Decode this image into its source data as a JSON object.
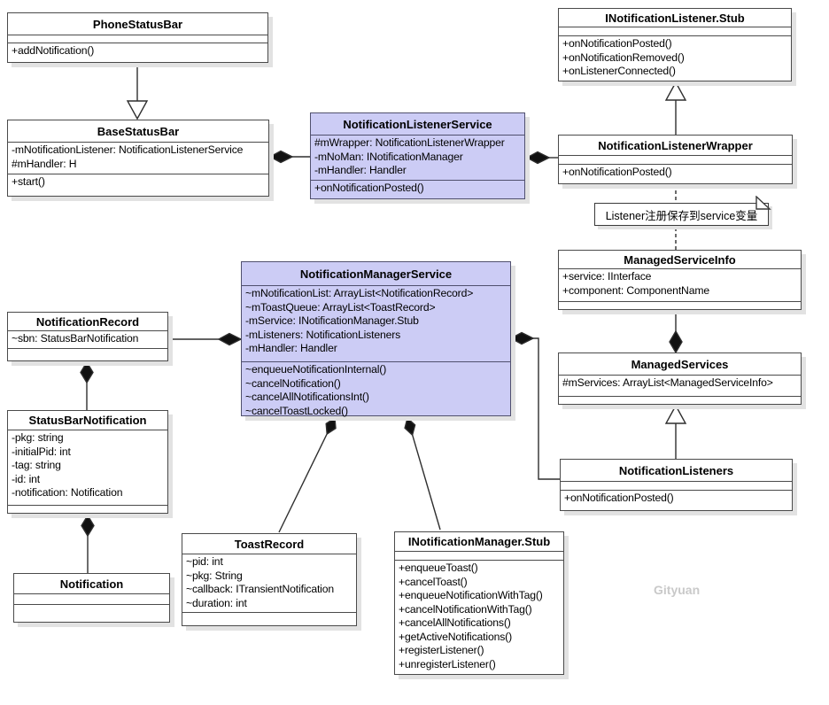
{
  "colors": {
    "accent_fill": "#ccccf5",
    "box_fill": "#ffffff",
    "shadow": "#e2e2e2"
  },
  "watermark": "Gityuan",
  "note": {
    "text": "Listener注册保存到service变量"
  },
  "classes": {
    "phone_status_bar": {
      "title": "PhoneStatusBar",
      "attributes": [],
      "methods": [
        "+addNotification()"
      ]
    },
    "base_status_bar": {
      "title": "BaseStatusBar",
      "attributes": [
        "-mNotificationListener: NotificationListenerService",
        "#mHandler: H"
      ],
      "methods": [
        "+start()"
      ]
    },
    "notification_listener_service": {
      "title": "NotificationListenerService",
      "attributes": [
        "#mWrapper: NotificationListenerWrapper",
        "-mNoMan: INotificationManager",
        "-mHandler: Handler"
      ],
      "methods": [
        "+onNotificationPosted()"
      ]
    },
    "inotification_listener_stub": {
      "title": "INotificationListener.Stub",
      "attributes": [],
      "methods": [
        "+onNotificationPosted()",
        "+onNotificationRemoved()",
        "+onListenerConnected()"
      ]
    },
    "notification_listener_wrapper": {
      "title": "NotificationListenerWrapper",
      "attributes": [],
      "methods": [
        "+onNotificationPosted()"
      ]
    },
    "managed_service_info": {
      "title": "ManagedServiceInfo",
      "attributes": [
        "+service: IInterface",
        "+component: ComponentName"
      ],
      "methods": []
    },
    "managed_services": {
      "title": "ManagedServices",
      "attributes": [
        "#mServices: ArrayList<ManagedServiceInfo>"
      ],
      "methods": []
    },
    "notification_listeners": {
      "title": "NotificationListeners",
      "attributes": [],
      "methods": [
        "+onNotificationPosted()"
      ]
    },
    "notification_manager_service": {
      "title": "NotificationManagerService",
      "attributes": [
        "~mNotificationList: ArrayList<NotificationRecord>",
        "~mToastQueue: ArrayList<ToastRecord>",
        "-mService: INotificationManager.Stub",
        "-mListeners: NotificationListeners",
        "-mHandler: Handler"
      ],
      "methods": [
        "~enqueueNotificationInternal()",
        "~cancelNotification()",
        "~cancelAllNotificationsInt()",
        "~cancelToastLocked()"
      ]
    },
    "notification_record": {
      "title": "NotificationRecord",
      "attributes": [
        "~sbn: StatusBarNotification"
      ],
      "methods": []
    },
    "status_bar_notification": {
      "title": "StatusBarNotification",
      "attributes": [
        "-pkg: string",
        "-initialPid: int",
        "-tag: string",
        "-id: int",
        "-notification: Notification"
      ],
      "methods": []
    },
    "notification": {
      "title": "Notification",
      "attributes": [],
      "methods": []
    },
    "toast_record": {
      "title": "ToastRecord",
      "attributes": [
        "~pid: int",
        "~pkg: String",
        "~callback: ITransientNotification",
        "~duration: int"
      ],
      "methods": []
    },
    "inotification_manager_stub": {
      "title": "INotificationManager.Stub",
      "attributes": [],
      "methods": [
        "+enqueueToast()",
        "+cancelToast()",
        "+enqueueNotificationWithTag()",
        "+cancelNotificationWithTag()",
        "+cancelAllNotifications()",
        "+getActiveNotifications()",
        "+registerListener()",
        "+unregisterListener()"
      ]
    }
  },
  "relationships": [
    {
      "type": "generalization",
      "from": "PhoneStatusBar",
      "to": "BaseStatusBar"
    },
    {
      "type": "composition",
      "from": "BaseStatusBar",
      "to": "NotificationListenerService"
    },
    {
      "type": "composition",
      "from": "NotificationListenerService",
      "to": "NotificationListenerWrapper"
    },
    {
      "type": "generalization",
      "from": "NotificationListenerWrapper",
      "to": "INotificationListener.Stub"
    },
    {
      "type": "dashed-anchor",
      "from": "NotificationListenerWrapper",
      "to": "ManagedServiceInfo"
    },
    {
      "type": "composition",
      "from": "ManagedServices",
      "to": "ManagedServiceInfo"
    },
    {
      "type": "generalization",
      "from": "NotificationListeners",
      "to": "ManagedServices"
    },
    {
      "type": "composition",
      "from": "NotificationManagerService",
      "to": "NotificationRecord"
    },
    {
      "type": "composition",
      "from": "NotificationManagerService",
      "to": "NotificationListeners"
    },
    {
      "type": "composition",
      "from": "NotificationRecord",
      "to": "StatusBarNotification"
    },
    {
      "type": "composition",
      "from": "StatusBarNotification",
      "to": "Notification"
    },
    {
      "type": "composition",
      "from": "NotificationManagerService",
      "to": "ToastRecord"
    },
    {
      "type": "composition",
      "from": "NotificationManagerService",
      "to": "INotificationManager.Stub"
    }
  ]
}
